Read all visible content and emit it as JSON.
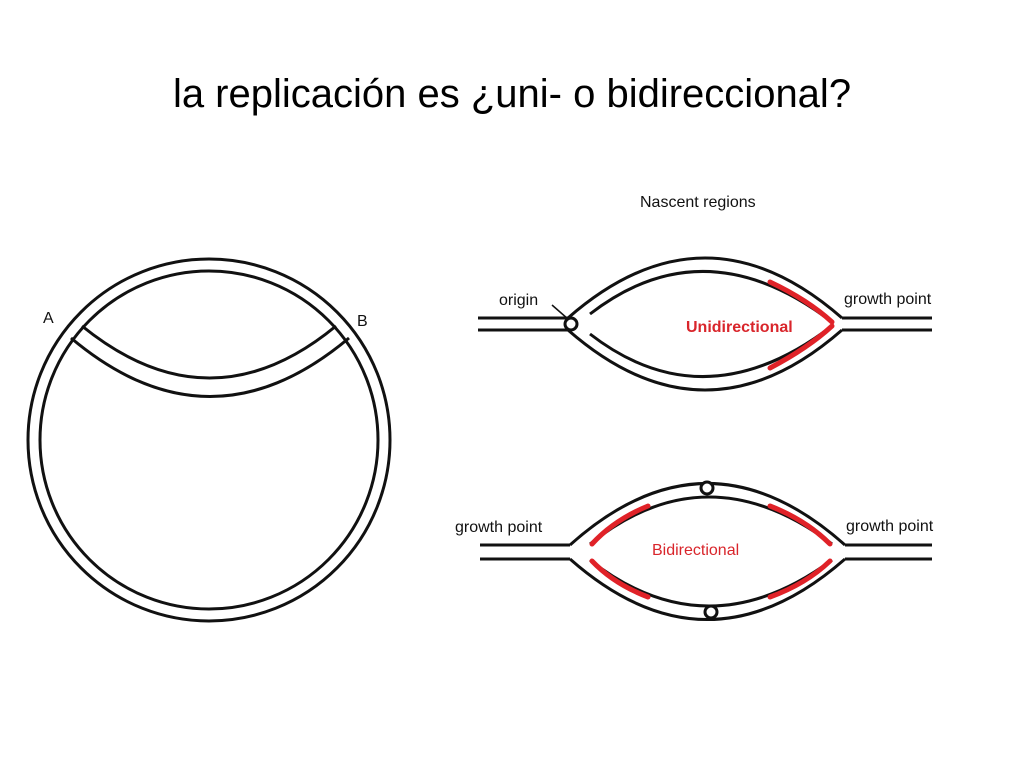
{
  "slide": {
    "title": "la replicación es ¿uni- o bidireccional?"
  },
  "circle_diagram": {
    "label_a": "A",
    "label_b": "B"
  },
  "unidirectional": {
    "header": "Nascent regions",
    "origin_label": "origin",
    "growth_point_label": "growth point",
    "mode_label": "Unidirectional"
  },
  "bidirectional": {
    "growth_point_left_label": "growth point",
    "growth_point_right_label": "growth point",
    "mode_label": "Bidirectional"
  },
  "colors": {
    "strand": "#111111",
    "nascent": "#e02228",
    "mode_label": "#d9252b"
  }
}
